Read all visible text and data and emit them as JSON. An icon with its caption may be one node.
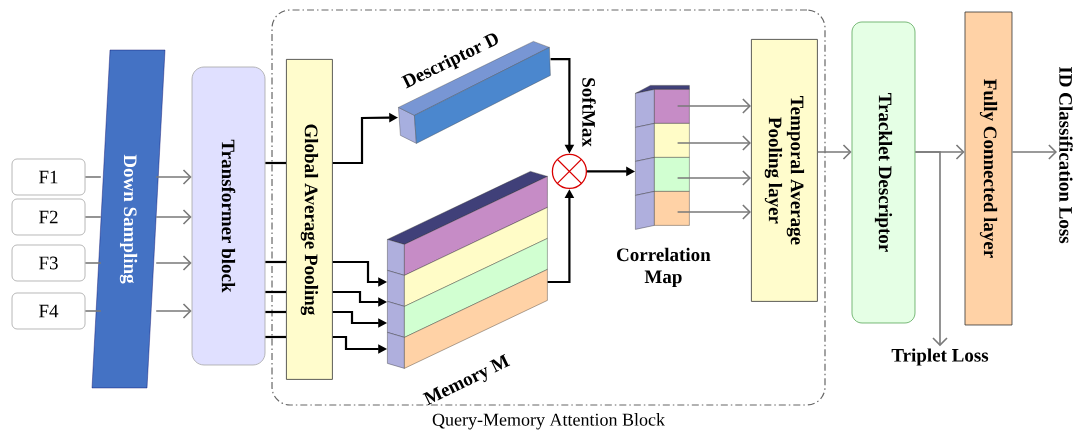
{
  "diagram": {
    "nodes": [
      {
        "text": [
          "Query-Memory Attention Block"
        ]
      },
      {
        "text": [
          "F1"
        ]
      },
      {
        "text": [
          "F2"
        ]
      },
      {
        "text": [
          "F3"
        ]
      },
      {
        "text": [
          "F4"
        ]
      },
      {
        "text": [
          "Down Sampling"
        ]
      },
      {
        "text": [
          "Transformer block"
        ]
      },
      {
        "text": [
          "Global Average Pooling"
        ],
        "in": 0
      },
      {
        "text": [
          "Descriptor D"
        ],
        "in": 0
      },
      {
        "text": [
          "Memory M"
        ],
        "in": 0
      },
      {
        "text": [],
        "shape": "circle",
        "in": 0
      },
      {
        "text": [
          "Correlation Map"
        ],
        "in": 0
      },
      {
        "text": [
          "Temporal Average Pooling layer"
        ],
        "in": 0
      },
      {
        "text": [
          "Tracklet Descriptor"
        ]
      },
      {
        "text": [
          "Fully Connected layer"
        ]
      },
      {
        "text": [
          "ID Classification Loss"
        ]
      },
      {
        "text": [
          "Triplet Loss"
        ]
      }
    ],
    "edges": [
      {
        "from": 1,
        "to": 5,
        "arrow": "none"
      },
      {
        "from": 2,
        "to": 5,
        "arrow": "none"
      },
      {
        "from": 3,
        "to": 5,
        "arrow": "none"
      },
      {
        "from": 4,
        "to": 5,
        "arrow": "none"
      },
      {
        "from": 5,
        "to": 6,
        "arrow": "to"
      },
      {
        "from": 5,
        "to": 6,
        "arrow": "to"
      },
      {
        "from": 5,
        "to": 6,
        "arrow": "to"
      },
      {
        "from": 5,
        "to": 6,
        "arrow": "to"
      },
      {
        "from": 6,
        "to": 7,
        "arrow": "none",
        "color": "#000000"
      },
      {
        "from": 6,
        "to": 7,
        "arrow": "none",
        "color": "#000000"
      },
      {
        "from": 6,
        "to": 7,
        "arrow": "none",
        "color": "#000000"
      },
      {
        "from": 6,
        "to": 7,
        "arrow": "none",
        "color": "#000000"
      },
      {
        "from": 6,
        "to": 7,
        "arrow": "none",
        "color": "#000000"
      },
      {
        "from": 7,
        "to": 8,
        "arrow": "to",
        "color": "#000000"
      },
      {
        "from": 7,
        "to": 9,
        "arrow": "to",
        "color": "#000000"
      },
      {
        "from": 7,
        "to": 9,
        "arrow": "to",
        "color": "#000000"
      },
      {
        "from": 7,
        "to": 9,
        "arrow": "to",
        "color": "#000000"
      },
      {
        "from": 7,
        "to": 9,
        "arrow": "to",
        "color": "#000000"
      },
      {
        "from": 8,
        "to": 10,
        "arrow": "to",
        "color": "#000000"
      },
      {
        "from": 9,
        "to": 10,
        "arrow": "to",
        "color": "#000000"
      },
      {
        "from": 10,
        "to": 11,
        "label": "SoftMax",
        "arrow": "to",
        "color": "#000000"
      },
      {
        "from": 11,
        "to": 12,
        "arrow": "to"
      },
      {
        "from": 11,
        "to": 12,
        "arrow": "to"
      },
      {
        "from": 11,
        "to": 12,
        "arrow": "to"
      },
      {
        "from": 11,
        "to": 12,
        "arrow": "to"
      },
      {
        "from": 12,
        "to": 13,
        "arrow": "to"
      },
      {
        "from": 13,
        "to": 14,
        "arrow": "to"
      },
      {
        "from": 13,
        "to": 16,
        "arrow": "to"
      },
      {
        "from": 14,
        "to": 15,
        "arrow": "to"
      }
    ]
  }
}
